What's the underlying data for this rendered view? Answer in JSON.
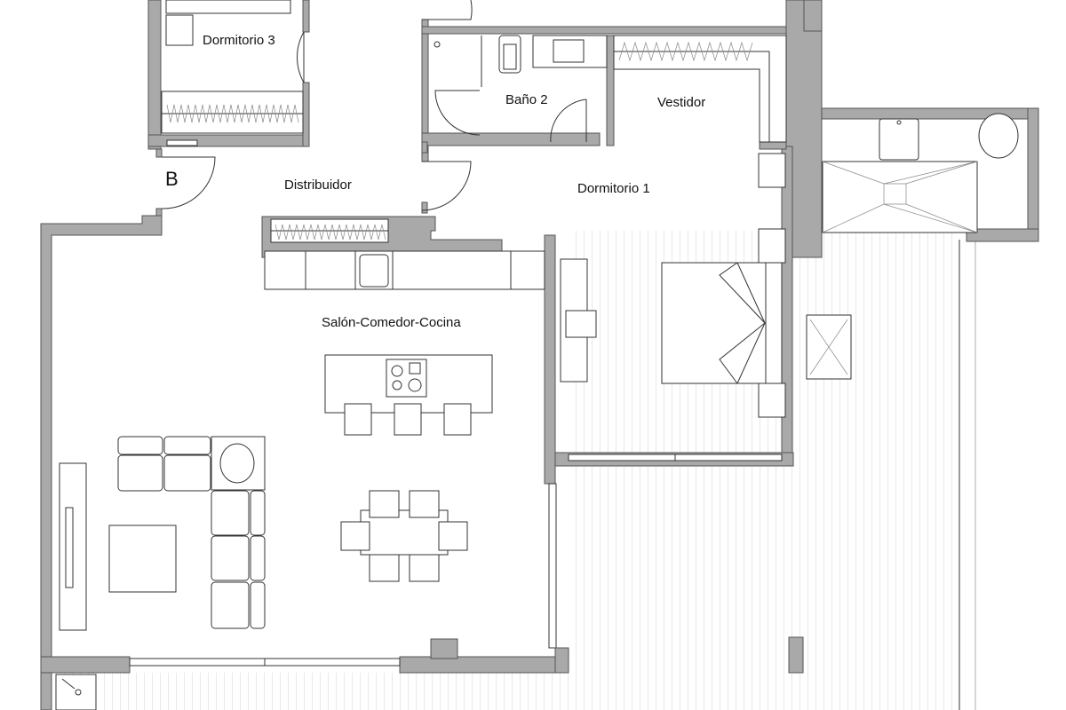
{
  "plan": {
    "rooms": {
      "dormitorio3": "Dormitorio 3",
      "bano2": "Baño 2",
      "vestidor": "Vestidor",
      "distribuidor": "Distribuidor",
      "dormitorio1": "Dormitorio 1",
      "salon": "Salón-Comedor-Cocina"
    },
    "entry_marker": "B",
    "colors": {
      "wall": "#a9a9a9",
      "line": "#333333"
    }
  }
}
